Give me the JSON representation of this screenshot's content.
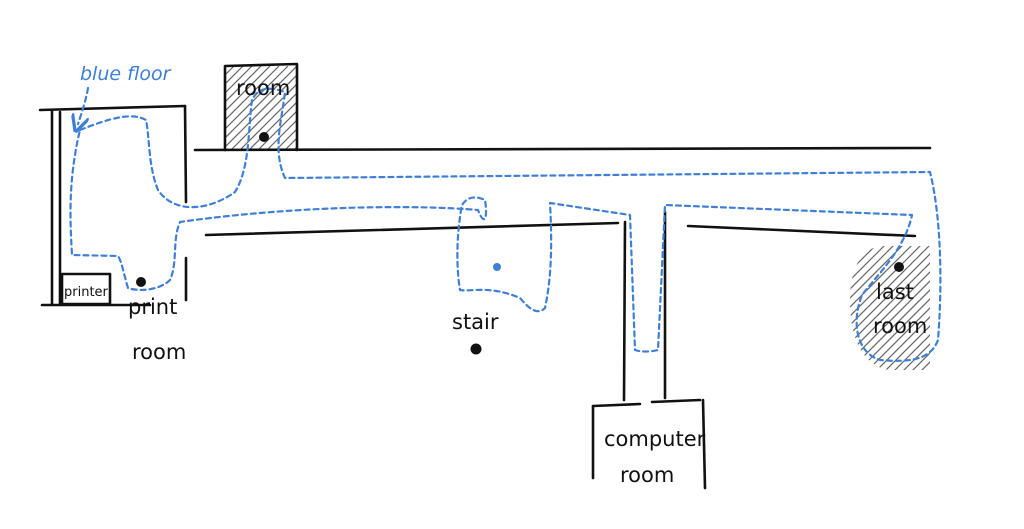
{
  "colors": {
    "ink": "#111111",
    "route": "#3f7fd6",
    "hatch": "#666666",
    "background": "#ffffff"
  },
  "labels": {
    "blue_floor": "blue floor",
    "room": "room",
    "printer": "printer",
    "print_room_line1": "print",
    "print_room_line2": "room",
    "stair": "stair",
    "computer_room_line1": "computer",
    "computer_room_line2": "room",
    "last_room_line1": "last",
    "last_room_line2": "room"
  }
}
